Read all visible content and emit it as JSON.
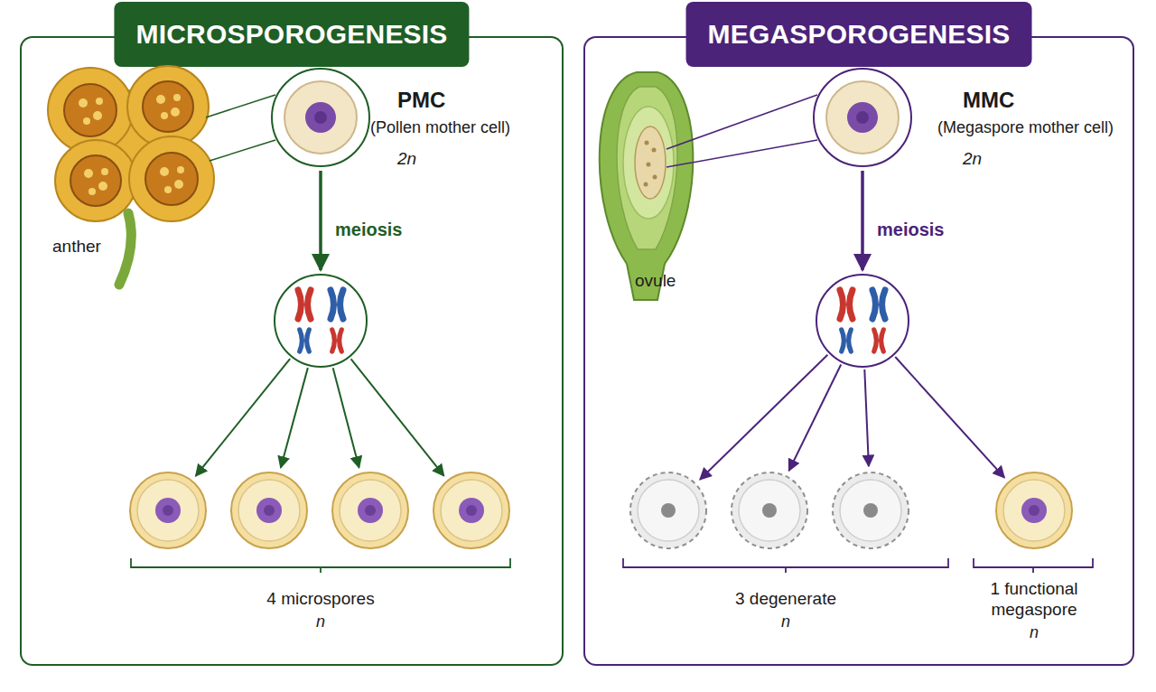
{
  "diagram": {
    "nodes": [
      {
        "text": [
          "MICROSPOROGENESIS"
        ]
      },
      {
        "text": [
          "PMC",
          "(Pollen mother cell)",
          "2n"
        ],
        "in": 0
      },
      {
        "text": [],
        "in": 0
      },
      {
        "text": [],
        "in": 0
      },
      {
        "text": [],
        "in": 0
      },
      {
        "text": [],
        "in": 0
      },
      {
        "text": [],
        "in": 0
      },
      {
        "text": [
          "MEGASPOROGENESIS"
        ]
      },
      {
        "text": [
          "MMC",
          "(Megaspore mother cell)",
          "2n"
        ],
        "in": 7
      },
      {
        "text": [],
        "in": 7
      },
      {
        "text": [],
        "in": 7
      },
      {
        "text": [],
        "in": 7
      },
      {
        "text": [],
        "in": 7
      },
      {
        "text": [],
        "in": 7
      }
    ],
    "edges": [
      {
        "from": 1,
        "to": 2,
        "arrow": "to",
        "label": "meiosis"
      },
      {
        "from": 2,
        "to": 3,
        "arrow": "to"
      },
      {
        "from": 2,
        "to": 4,
        "arrow": "to"
      },
      {
        "from": 2,
        "to": 5,
        "arrow": "to"
      },
      {
        "from": 2,
        "to": 6,
        "arrow": "to"
      },
      {
        "from": 8,
        "to": 9,
        "arrow": "to",
        "label": "meiosis"
      },
      {
        "from": 9,
        "to": 10,
        "arrow": "to"
      },
      {
        "from": 9,
        "to": 11,
        "arrow": "to"
      },
      {
        "from": 9,
        "to": 12,
        "arrow": "to"
      },
      {
        "from": 9,
        "to": 13,
        "arrow": "to"
      }
    ],
    "labels": [
      "anther",
      "4 microspores",
      "n",
      "ovule",
      "3 degenerate",
      "n",
      "1 functional megaspore",
      "n"
    ]
  }
}
